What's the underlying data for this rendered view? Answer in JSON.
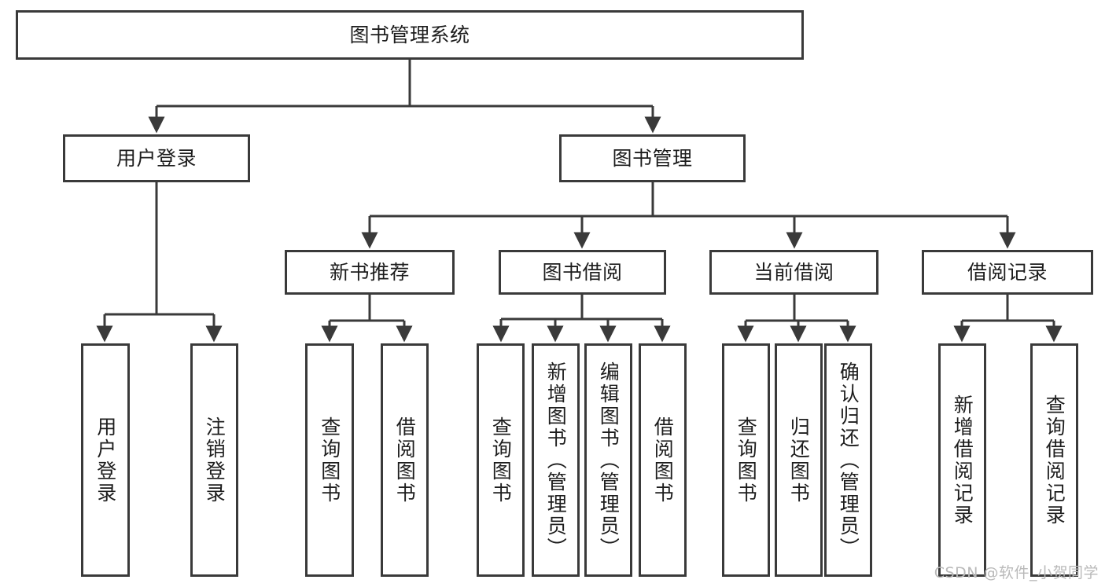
{
  "diagram": {
    "title_node": {
      "label": "图书管理系统"
    },
    "level1": [
      {
        "id": "user-login",
        "label": "用户登录"
      },
      {
        "id": "book-management",
        "label": "图书管理"
      }
    ],
    "level2": [
      {
        "id": "new-book-recommend",
        "label": "新书推荐"
      },
      {
        "id": "book-borrow",
        "label": "图书借阅"
      },
      {
        "id": "current-borrow",
        "label": "当前借阅"
      },
      {
        "id": "borrow-record",
        "label": "借阅记录"
      }
    ],
    "leaves": {
      "user_login": [
        {
          "id": "leaf-user-login",
          "label": "用户登录"
        },
        {
          "id": "leaf-logout-login",
          "label": "注销登录"
        }
      ],
      "new_book_recommend": [
        {
          "id": "leaf-query-book-1",
          "label": "查询图书"
        },
        {
          "id": "leaf-borrow-book-1",
          "label": "借阅图书"
        }
      ],
      "book_borrow": [
        {
          "id": "leaf-query-book-2",
          "label": "查询图书"
        },
        {
          "id": "leaf-add-book",
          "label": "新增图书（管理员）"
        },
        {
          "id": "leaf-edit-book",
          "label": "编辑图书（管理员）"
        },
        {
          "id": "leaf-borrow-book-2",
          "label": "借阅图书"
        }
      ],
      "current_borrow": [
        {
          "id": "leaf-query-book-3",
          "label": "查询图书"
        },
        {
          "id": "leaf-return-book",
          "label": "归还图书"
        },
        {
          "id": "leaf-confirm-return",
          "label": "确认归还（管理员）"
        }
      ],
      "borrow_record": [
        {
          "id": "leaf-add-record",
          "label": "新增借阅记录"
        },
        {
          "id": "leaf-query-record",
          "label": "查询借阅记录"
        }
      ]
    },
    "colors": {
      "stroke": "#3a3a3a",
      "background": "#ffffff",
      "text": "#1d1d1d",
      "watermark": "#b9b9b9"
    }
  },
  "watermark": {
    "text": "CSDN @软件_小贺同学"
  }
}
